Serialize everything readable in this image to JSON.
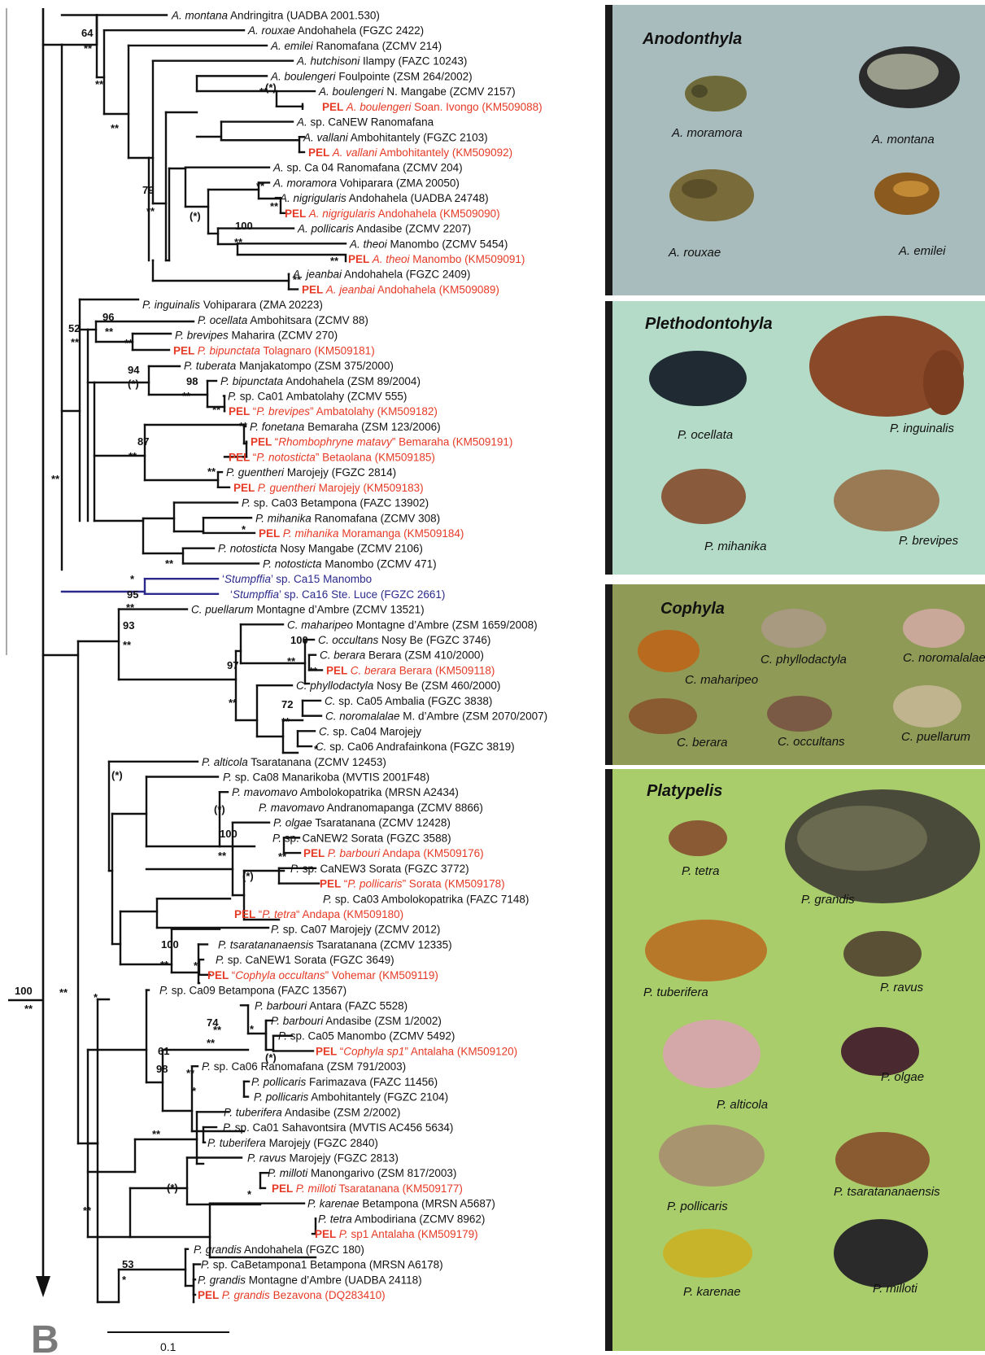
{
  "figure": {
    "panel_letter": "B",
    "scale_bar_label": "0.1"
  },
  "root_support": {
    "bootstrap": "100",
    "pp": "**"
  },
  "tips": [
    {
      "parts": [
        [
          "i",
          "A. montana"
        ],
        [
          "n",
          " Andringitra (UADBA 2001.530)"
        ]
      ],
      "color": "black"
    },
    {
      "parts": [
        [
          "i",
          "A. rouxae"
        ],
        [
          "n",
          " Andohahela (FGZC 2422)"
        ]
      ],
      "color": "black"
    },
    {
      "parts": [
        [
          "i",
          "A. emilei"
        ],
        [
          "n",
          " Ranomafana (ZCMV 214)"
        ]
      ],
      "color": "black"
    },
    {
      "parts": [
        [
          "i",
          "A. hutchisoni"
        ],
        [
          "n",
          " Ilampy (FAZC 10243)"
        ]
      ],
      "color": "black"
    },
    {
      "parts": [
        [
          "i",
          "A. boulengeri"
        ],
        [
          "n",
          " Foulpointe (ZSM 264/2002)"
        ]
      ],
      "color": "black"
    },
    {
      "parts": [
        [
          "i",
          "A. boulengeri"
        ],
        [
          "n",
          " N. Mangabe (ZCMV 2157)"
        ]
      ],
      "color": "black"
    },
    {
      "parts": [
        [
          "b",
          "PEL "
        ],
        [
          "i",
          "A. boulengeri"
        ],
        [
          "n",
          " Soan. Ivongo (KM509088)"
        ]
      ],
      "color": "red"
    },
    {
      "parts": [
        [
          "i",
          "A."
        ],
        [
          "n",
          " sp. CaNEW Ranomafana"
        ]
      ],
      "color": "black"
    },
    {
      "parts": [
        [
          "i",
          "A. vallani"
        ],
        [
          "n",
          " Ambohitantely (FGZC 2103)"
        ]
      ],
      "color": "black"
    },
    {
      "parts": [
        [
          "b",
          "PEL "
        ],
        [
          "i",
          "A. vallani"
        ],
        [
          "n",
          " Ambohitantely (KM509092)"
        ]
      ],
      "color": "red"
    },
    {
      "parts": [
        [
          "i",
          "A."
        ],
        [
          "n",
          " sp. Ca 04 Ranomafana (ZCMV 204)"
        ]
      ],
      "color": "black"
    },
    {
      "parts": [
        [
          "i",
          "A. moramora"
        ],
        [
          "n",
          " Vohiparara (ZMA 20050)"
        ]
      ],
      "color": "black"
    },
    {
      "parts": [
        [
          "i",
          "A. nigrigularis"
        ],
        [
          "n",
          " Andohahela (UADBA 24748)"
        ]
      ],
      "color": "black"
    },
    {
      "parts": [
        [
          "b",
          "PEL "
        ],
        [
          "i",
          "A. nigrigularis"
        ],
        [
          "n",
          " Andohahela (KM509090)"
        ]
      ],
      "color": "red"
    },
    {
      "parts": [
        [
          "i",
          "A.  pollicaris"
        ],
        [
          "n",
          " Andasibe (ZCMV 2207)"
        ]
      ],
      "color": "black"
    },
    {
      "parts": [
        [
          "i",
          "A. theoi"
        ],
        [
          "n",
          " Manombo (ZCMV 5454)"
        ]
      ],
      "color": "black"
    },
    {
      "parts": [
        [
          "b",
          "PEL "
        ],
        [
          "i",
          "A.  theoi"
        ],
        [
          "n",
          " Manombo (KM509091)"
        ]
      ],
      "color": "red"
    },
    {
      "parts": [
        [
          "i",
          "A. jeanbai"
        ],
        [
          "n",
          " Andohahela (FGZC 2409)"
        ]
      ],
      "color": "black"
    },
    {
      "parts": [
        [
          "b",
          "PEL "
        ],
        [
          "i",
          "A.  jeanbai"
        ],
        [
          "n",
          " Andohahela (KM509089)"
        ]
      ],
      "color": "red"
    },
    {
      "parts": [
        [
          "i",
          "P. inguinalis"
        ],
        [
          "n",
          " Vohiparara (ZMA 20223)"
        ]
      ],
      "color": "black"
    },
    {
      "parts": [
        [
          "i",
          "P. ocellata"
        ],
        [
          "n",
          " Ambohitsara (ZCMV 88)"
        ]
      ],
      "color": "black"
    },
    {
      "parts": [
        [
          "i",
          "P. brevipes"
        ],
        [
          "n",
          " Maharira (ZCMV 270)"
        ]
      ],
      "color": "black"
    },
    {
      "parts": [
        [
          "b",
          "PEL "
        ],
        [
          "i",
          "P. bipunctata"
        ],
        [
          "n",
          " Tolagnaro (KM509181)"
        ]
      ],
      "color": "red"
    },
    {
      "parts": [
        [
          "i",
          "P. tuberata"
        ],
        [
          "n",
          " Manjakatompo (ZSM 375/2000)"
        ]
      ],
      "color": "black"
    },
    {
      "parts": [
        [
          "i",
          "P. bipunctata"
        ],
        [
          "n",
          " Andohahela (ZSM 89/2004)"
        ]
      ],
      "color": "black"
    },
    {
      "parts": [
        [
          "i",
          "P."
        ],
        [
          "n",
          "  sp. Ca01 Ambatolahy (ZCMV 555)"
        ]
      ],
      "color": "black"
    },
    {
      "parts": [
        [
          "b",
          "PEL "
        ],
        [
          "n",
          "“"
        ],
        [
          "i",
          "P. brevipes"
        ],
        [
          "n",
          "” Ambatolahy (KM509182)"
        ]
      ],
      "color": "red"
    },
    {
      "parts": [
        [
          "i",
          "P. fonetana"
        ],
        [
          "n",
          " Bemaraha (ZSM 123/2006)"
        ]
      ],
      "color": "black"
    },
    {
      "parts": [
        [
          "b",
          "PEL "
        ],
        [
          "n",
          "“"
        ],
        [
          "i",
          "Rhombophryne matavy"
        ],
        [
          "n",
          "” Bemaraha (KM509191)"
        ]
      ],
      "color": "red"
    },
    {
      "parts": [
        [
          "b",
          "PEL "
        ],
        [
          "n",
          "“"
        ],
        [
          "i",
          "P.  notosticta"
        ],
        [
          "n",
          "” Betaolana (KM509185)"
        ]
      ],
      "color": "red"
    },
    {
      "parts": [
        [
          "i",
          "P.  guentheri"
        ],
        [
          "n",
          " Marojejy (FGZC 2814)"
        ]
      ],
      "color": "black"
    },
    {
      "parts": [
        [
          "b",
          "PEL "
        ],
        [
          "i",
          "P. guentheri"
        ],
        [
          "n",
          " Marojejy (KM509183)"
        ]
      ],
      "color": "red"
    },
    {
      "parts": [
        [
          "i",
          "P."
        ],
        [
          "n",
          " sp. Ca03 Betampona (FAZC 13902)"
        ]
      ],
      "color": "black"
    },
    {
      "parts": [
        [
          "i",
          "P. mihanika"
        ],
        [
          "n",
          " Ranomafana (ZCMV 308)"
        ]
      ],
      "color": "black"
    },
    {
      "parts": [
        [
          "b",
          "PEL "
        ],
        [
          "i",
          "P. mihanika"
        ],
        [
          "n",
          " Moramanga (KM509184)"
        ]
      ],
      "color": "red"
    },
    {
      "parts": [
        [
          "i",
          "P. notosticta"
        ],
        [
          "n",
          " Nosy Mangabe (ZCMV 2106)"
        ]
      ],
      "color": "black"
    },
    {
      "parts": [
        [
          "i",
          "P. notosticta"
        ],
        [
          "n",
          " Manombo (ZCMV 471)"
        ]
      ],
      "color": "black"
    },
    {
      "parts": [
        [
          "n",
          "‘"
        ],
        [
          "i",
          "Stumpffia"
        ],
        [
          "n",
          "’ sp. Ca15 Manombo"
        ]
      ],
      "color": "blue"
    },
    {
      "parts": [
        [
          "n",
          "‘"
        ],
        [
          "i",
          "Stumpffia"
        ],
        [
          "n",
          "’ sp. Ca16 Ste. Luce (FGZC 2661)"
        ]
      ],
      "color": "blue"
    },
    {
      "parts": [
        [
          "i",
          "C. puellarum"
        ],
        [
          "n",
          " Montagne d’Ambre (ZCMV 13521)"
        ]
      ],
      "color": "black"
    },
    {
      "parts": [
        [
          "i",
          "C. maharipeo"
        ],
        [
          "n",
          " Montagne d’Ambre (ZSM 1659/2008)"
        ]
      ],
      "color": "black"
    },
    {
      "parts": [
        [
          "i",
          "C. occultans"
        ],
        [
          "n",
          " Nosy Be (FGZC 3746)"
        ]
      ],
      "color": "black"
    },
    {
      "parts": [
        [
          "i",
          "C. berara"
        ],
        [
          "n",
          " Berara (ZSM 410/2000)"
        ]
      ],
      "color": "black"
    },
    {
      "parts": [
        [
          "b",
          "PEL "
        ],
        [
          "i",
          "C. berara"
        ],
        [
          "n",
          " Berara (KM509118)"
        ]
      ],
      "color": "red"
    },
    {
      "parts": [
        [
          "i",
          "C. phyllodactyla"
        ],
        [
          "n",
          " Nosy Be (ZSM 460/2000)"
        ]
      ],
      "color": "black"
    },
    {
      "parts": [
        [
          "i",
          "C."
        ],
        [
          "n",
          " sp. Ca05 Ambalia (FGZC 3838)"
        ]
      ],
      "color": "black"
    },
    {
      "parts": [
        [
          "i",
          "C. noromalalae"
        ],
        [
          "n",
          " M. d’Ambre (ZSM 2070/2007)"
        ]
      ],
      "color": "black"
    },
    {
      "parts": [
        [
          "i",
          "C."
        ],
        [
          "n",
          " sp. Ca04 Marojejy"
        ]
      ],
      "color": "black"
    },
    {
      "parts": [
        [
          "i",
          "C."
        ],
        [
          "n",
          " sp. Ca06 Andrafainkona (FGZC 3819)"
        ]
      ],
      "color": "black"
    },
    {
      "parts": [
        [
          "i",
          "P. alticola"
        ],
        [
          "n",
          " Tsaratanana (ZCMV 12453)"
        ]
      ],
      "color": "black"
    },
    {
      "parts": [
        [
          "i",
          "P."
        ],
        [
          "n",
          " sp. Ca08 Manarikoba (MVTIS 2001F48)"
        ]
      ],
      "color": "black"
    },
    {
      "parts": [
        [
          "i",
          "P. mavomavo"
        ],
        [
          "n",
          " Ambolokopatrika (MRSN A2434)"
        ]
      ],
      "color": "black"
    },
    {
      "parts": [
        [
          "i",
          "P. mavomavo"
        ],
        [
          "n",
          " Andranomapanga (ZCMV 8866)"
        ]
      ],
      "color": "black"
    },
    {
      "parts": [
        [
          "i",
          "P. olgae"
        ],
        [
          "n",
          " Tsaratanana (ZCMV 12428)"
        ]
      ],
      "color": "black"
    },
    {
      "parts": [
        [
          "i",
          "P."
        ],
        [
          "n",
          " sp. CaNEW2 Sorata (FGZC 3588)"
        ]
      ],
      "color": "black"
    },
    {
      "parts": [
        [
          "b",
          "PEL "
        ],
        [
          "i",
          "P.  barbouri"
        ],
        [
          "n",
          " Andapa (KM509176)"
        ]
      ],
      "color": "red"
    },
    {
      "parts": [
        [
          "i",
          "P."
        ],
        [
          "n",
          " sp. CaNEW3 Sorata (FGZC 3772)"
        ]
      ],
      "color": "black"
    },
    {
      "parts": [
        [
          "b",
          "PEL "
        ],
        [
          "n",
          "“"
        ],
        [
          "i",
          "P. pollicaris"
        ],
        [
          "n",
          "” Sorata (KM509178)"
        ]
      ],
      "color": "red"
    },
    {
      "parts": [
        [
          "i",
          "P."
        ],
        [
          "n",
          " sp. Ca03 Ambolokopatrika (FAZC 7148)"
        ]
      ],
      "color": "black"
    },
    {
      "parts": [
        [
          "b",
          "PEL "
        ],
        [
          "n",
          "“"
        ],
        [
          "i",
          "P. tetra"
        ],
        [
          "n",
          "“ Andapa (KM509180)"
        ]
      ],
      "color": "red"
    },
    {
      "parts": [
        [
          "i",
          "P."
        ],
        [
          "n",
          " sp. Ca07 Marojejy (ZCMV 2012)"
        ]
      ],
      "color": "black"
    },
    {
      "parts": [
        [
          "i",
          "P. tsaratananaensis"
        ],
        [
          "n",
          " Tsaratanana (ZCMV 12335)"
        ]
      ],
      "color": "black"
    },
    {
      "parts": [
        [
          "i",
          "P."
        ],
        [
          "n",
          " sp. CaNEW1 Sorata (FGZC 3649)"
        ]
      ],
      "color": "black"
    },
    {
      "parts": [
        [
          "b",
          "PEL "
        ],
        [
          "n",
          "“"
        ],
        [
          "i",
          "Cophyla occultans"
        ],
        [
          "n",
          "” Vohemar (KM509119)"
        ]
      ],
      "color": "red"
    },
    {
      "parts": [
        [
          "i",
          "P."
        ],
        [
          "n",
          " sp. Ca09 Betampona (FAZC 13567)"
        ]
      ],
      "color": "black"
    },
    {
      "parts": [
        [
          "i",
          "P. barbouri"
        ],
        [
          "n",
          " Antara (FAZC 5528)"
        ]
      ],
      "color": "black"
    },
    {
      "parts": [
        [
          "i",
          "P. barbouri"
        ],
        [
          "n",
          " Andasibe (ZSM 1/2002)"
        ]
      ],
      "color": "black"
    },
    {
      "parts": [
        [
          "i",
          "P."
        ],
        [
          "n",
          " sp. Ca05 Manombo (ZCMV 5492)"
        ]
      ],
      "color": "black"
    },
    {
      "parts": [
        [
          "b",
          "PEL "
        ],
        [
          "n",
          "“"
        ],
        [
          "i",
          "Cophyla sp1"
        ],
        [
          "n",
          "” Antalaha (KM509120)"
        ]
      ],
      "color": "red"
    },
    {
      "parts": [
        [
          "i",
          "P."
        ],
        [
          "n",
          " sp. Ca06 Ranomafana (ZSM 791/2003)"
        ]
      ],
      "color": "black"
    },
    {
      "parts": [
        [
          "i",
          "P. pollicaris"
        ],
        [
          "n",
          " Farimazava (FAZC 11456)"
        ]
      ],
      "color": "black"
    },
    {
      "parts": [
        [
          "i",
          "P. pollicaris"
        ],
        [
          "n",
          " Ambohitantely (FGZC 2104)"
        ]
      ],
      "color": "black"
    },
    {
      "parts": [
        [
          "i",
          "P. tuberifera"
        ],
        [
          "n",
          " Andasibe (ZSM 2/2002)"
        ]
      ],
      "color": "black"
    },
    {
      "parts": [
        [
          "i",
          "P."
        ],
        [
          "n",
          " sp. Ca01 Sahavontsira (MVTIS AC456 5634)"
        ]
      ],
      "color": "black"
    },
    {
      "parts": [
        [
          "i",
          "P. tuberifera"
        ],
        [
          "n",
          " Marojejy (FGZC 2840)"
        ]
      ],
      "color": "black"
    },
    {
      "parts": [
        [
          "i",
          "P. ravus"
        ],
        [
          "n",
          " Marojejy (FGZC 2813)"
        ]
      ],
      "color": "black"
    },
    {
      "parts": [
        [
          "i",
          "P.  milloti"
        ],
        [
          "n",
          " Manongarivo (ZSM 817/2003)"
        ]
      ],
      "color": "black"
    },
    {
      "parts": [
        [
          "b",
          "PEL "
        ],
        [
          "i",
          "P. milloti"
        ],
        [
          "n",
          " Tsaratanana (KM509177)"
        ]
      ],
      "color": "red"
    },
    {
      "parts": [
        [
          "i",
          "P. karenae"
        ],
        [
          "n",
          " Betampona (MRSN  A5687)"
        ]
      ],
      "color": "black"
    },
    {
      "parts": [
        [
          "i",
          "P. tetra"
        ],
        [
          "n",
          " Ambodiriana (ZCMV 8962)"
        ]
      ],
      "color": "black"
    },
    {
      "parts": [
        [
          "b",
          "PEL "
        ],
        [
          "i",
          "P."
        ],
        [
          "n",
          " sp1 Antalaha (KM509179)"
        ]
      ],
      "color": "red"
    },
    {
      "parts": [
        [
          "i",
          "P. grandis"
        ],
        [
          "n",
          " Andohahela (FGZC 180)"
        ]
      ],
      "color": "black"
    },
    {
      "parts": [
        [
          "i",
          "P."
        ],
        [
          "n",
          " sp. CaBetampona1 Betampona (MRSN A6178)"
        ]
      ],
      "color": "black"
    },
    {
      "parts": [
        [
          "i",
          "P. grandis"
        ],
        [
          "n",
          " Montagne d’Ambre (UADBA 24118)"
        ]
      ],
      "color": "black"
    },
    {
      "parts": [
        [
          "b",
          "PEL "
        ],
        [
          "i",
          "P. grandis"
        ],
        [
          "n",
          " Bezavona (DQ283410)"
        ]
      ],
      "color": "red"
    }
  ],
  "supports": [
    "64",
    "**",
    "**",
    "**",
    "(*)",
    "**",
    "79",
    "**",
    "(*)",
    "**",
    "**",
    "100",
    "**",
    "**",
    "**",
    "52",
    "**",
    "96",
    "**",
    "**",
    "94",
    "(*)",
    "98",
    "**",
    "**",
    "**",
    "87",
    "**",
    "**",
    "*",
    "**",
    "*",
    "95",
    "**",
    "93",
    "**",
    "100",
    "97",
    "**",
    "**",
    "**",
    "72",
    "**",
    "*",
    "**",
    "(*)",
    "(*)",
    "100",
    "**",
    "**",
    "(*)",
    "**",
    "*",
    "100",
    "**",
    "*",
    "**",
    "74",
    "*",
    "61",
    "**",
    "(*)",
    "98",
    "**",
    "*",
    "**",
    "(*)",
    "*",
    "**",
    "53",
    "*"
  ],
  "panels": [
    {
      "title": "Anodonthyla",
      "bg": "#a9bcbd",
      "captions": [
        "A. moramora",
        "A. montana",
        "A. rouxae",
        "A. emilei"
      ]
    },
    {
      "title": "Plethodontohyla",
      "bg": "#b3dbc8",
      "captions": [
        "P. ocellata",
        "P. inguinalis",
        "P. mihanika",
        "P. brevipes"
      ]
    },
    {
      "title": "Cophyla",
      "bg": "#8e9a55",
      "captions": [
        "C. phyllodactyla",
        "C. noromalalae",
        "C. maharipeo",
        "C. berara",
        "C. occultans",
        "C. puellarum"
      ]
    },
    {
      "title": "Platypelis",
      "bg": "#a9cd6b",
      "captions": [
        "P. tetra",
        "P. grandis",
        "P. tuberifera",
        "P. ravus",
        "P. alticola",
        "P. olgae",
        "P. pollicaris",
        "P. tsaratananaensis",
        "P. karenae",
        "P. milloti"
      ]
    }
  ],
  "colors": {
    "red": "#e63a26",
    "blue": "#2b2a8c",
    "line": "#111111",
    "divider": "#1a1a1a"
  }
}
